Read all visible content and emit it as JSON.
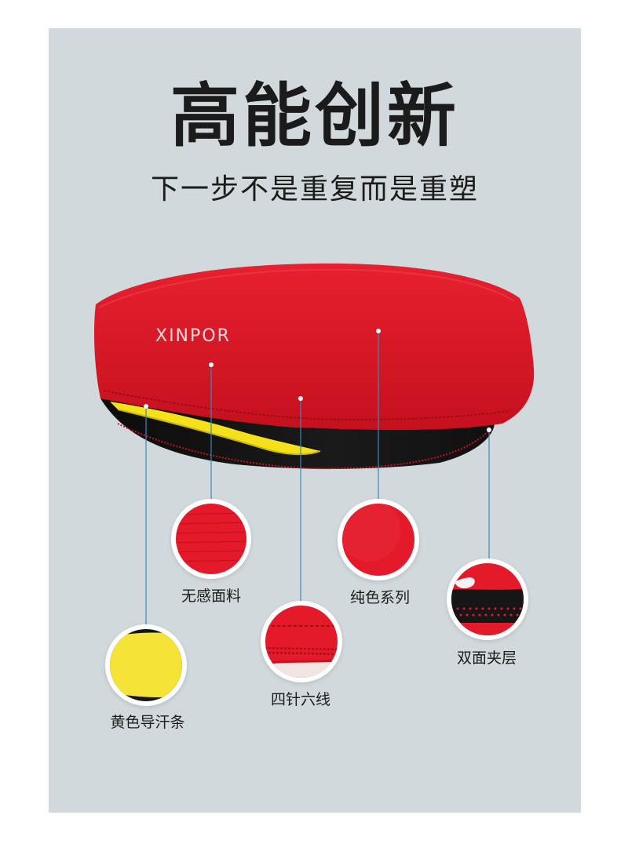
{
  "headline": {
    "title": "高能创新",
    "subtitle": "下一步不是重复而是重塑"
  },
  "product": {
    "brand_logo": "XINPOR",
    "colors": {
      "band_red": "#e0192a",
      "inner_black": "#141414",
      "strip_yellow": "#f5e11a",
      "background": "#d2d9dd"
    }
  },
  "features": [
    {
      "id": "fabric",
      "label": "无感面料",
      "icon": "red-knit-fabric-closeup"
    },
    {
      "id": "solid-color",
      "label": "纯色系列",
      "icon": "red-smooth-fabric-closeup"
    },
    {
      "id": "double-layer",
      "label": "双面夹层",
      "icon": "red-black-layer-closeup"
    },
    {
      "id": "stitching",
      "label": "四针六线",
      "icon": "red-stitch-closeup"
    },
    {
      "id": "sweat-strip",
      "label": "黄色导汗条",
      "icon": "yellow-strip-closeup"
    }
  ]
}
